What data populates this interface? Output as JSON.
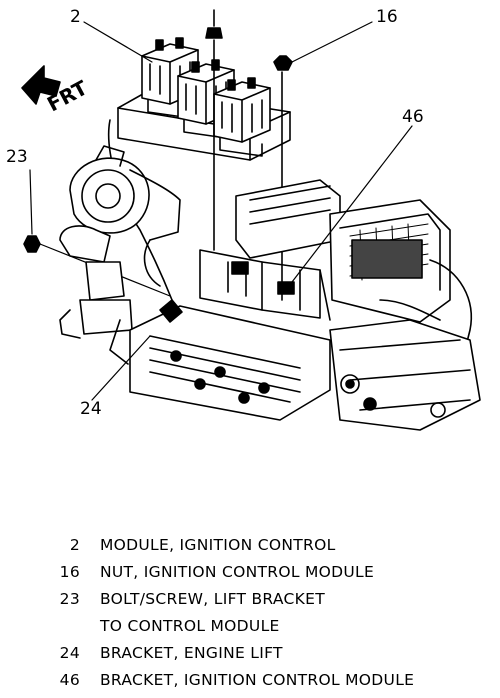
{
  "diagram": {
    "direction_label": "FRT",
    "callouts": {
      "c2": "2",
      "c16": "16",
      "c23": "23",
      "c24": "24",
      "c46": "46"
    }
  },
  "legend": {
    "items": [
      {
        "num": "2",
        "text": "MODULE, IGNITION CONTROL"
      },
      {
        "num": "16",
        "text": "NUT, IGNITION CONTROL MODULE"
      },
      {
        "num": "23",
        "text": "BOLT/SCREW, LIFT BRACKET"
      },
      {
        "num": "",
        "text": "TO CONTROL MODULE"
      },
      {
        "num": "24",
        "text": "BRACKET, ENGINE LIFT"
      },
      {
        "num": "46",
        "text": "BRACKET, IGNITION CONTROL MODULE"
      }
    ]
  }
}
